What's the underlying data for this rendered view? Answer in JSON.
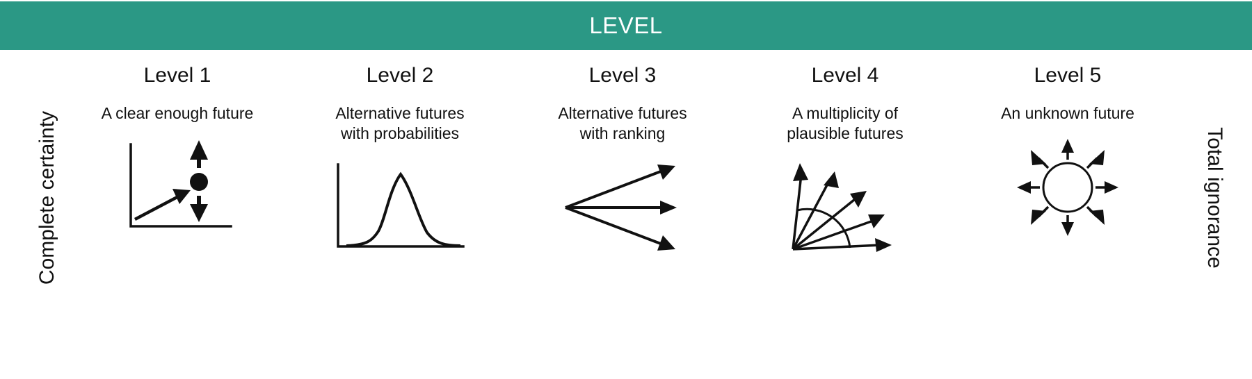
{
  "header": {
    "title": "LEVEL",
    "background_color": "#2b9885",
    "text_color": "#ffffff"
  },
  "axis_labels": {
    "left": "Complete certainty",
    "right": "Total ignorance"
  },
  "levels": [
    {
      "title": "Level 1",
      "description": "A clear enough future",
      "icon": "trend-arrow-with-point-icon"
    },
    {
      "title": "Level 2",
      "description": "Alternative futures\nwith probabilities",
      "icon": "bell-curve-distribution-icon"
    },
    {
      "title": "Level 3",
      "description": "Alternative futures\nwith ranking",
      "icon": "three-branching-arrows-icon"
    },
    {
      "title": "Level 4",
      "description": "A multiplicity of\nplausible futures",
      "icon": "fan-of-arrows-icon"
    },
    {
      "title": "Level 5",
      "description": "An unknown future",
      "icon": "circle-radiating-arrows-icon"
    }
  ]
}
